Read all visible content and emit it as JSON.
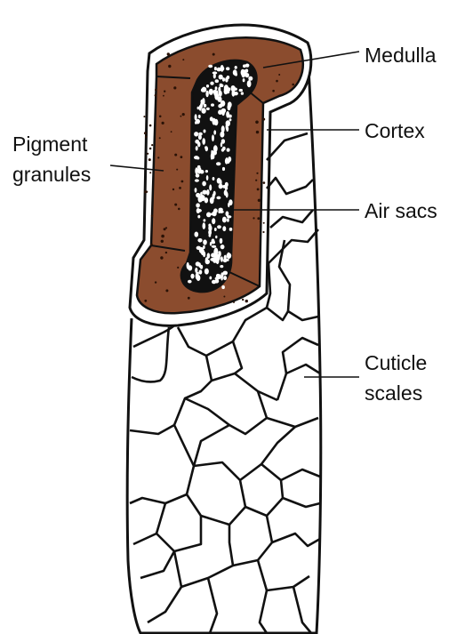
{
  "labels": {
    "medulla": "Medulla",
    "cortex": "Cortex",
    "pigment_line1": "Pigment",
    "pigment_line2": "granules",
    "air_sacs": "Air sacs",
    "cuticle_line1": "Cuticle",
    "cuticle_line2": "scales"
  },
  "colors": {
    "cortex_fill": "#8b4c2e",
    "medulla_fill": "#111111",
    "outline": "#111111",
    "background": "#ffffff"
  }
}
